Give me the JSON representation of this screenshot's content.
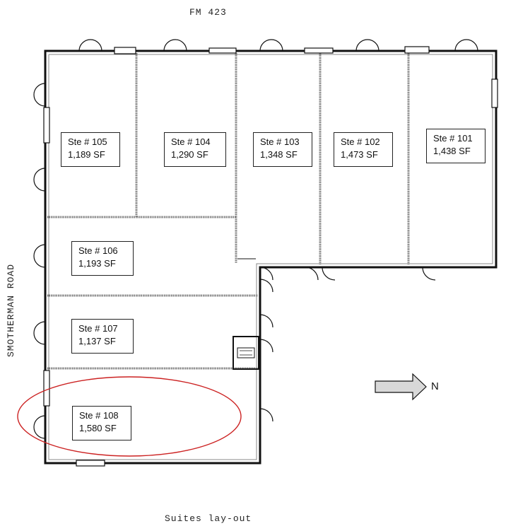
{
  "plan": {
    "road_top": "FM 423",
    "road_left": "SMOTHERMAN ROAD",
    "caption": "Suites lay-out",
    "north_letter": "N",
    "highlight_color": "#cc2222"
  },
  "suites": [
    {
      "name": "Ste # 105",
      "area": "1,189 SF"
    },
    {
      "name": "Ste # 104",
      "area": "1,290 SF"
    },
    {
      "name": "Ste # 103",
      "area": "1,348 SF"
    },
    {
      "name": "Ste # 102",
      "area": "1,473 SF"
    },
    {
      "name": "Ste # 101",
      "area": "1,438 SF"
    },
    {
      "name": "Ste # 106",
      "area": "1,193 SF"
    },
    {
      "name": "Ste # 107",
      "area": "1,137 SF"
    },
    {
      "name": "Ste # 108",
      "area": "1,580 SF"
    }
  ]
}
